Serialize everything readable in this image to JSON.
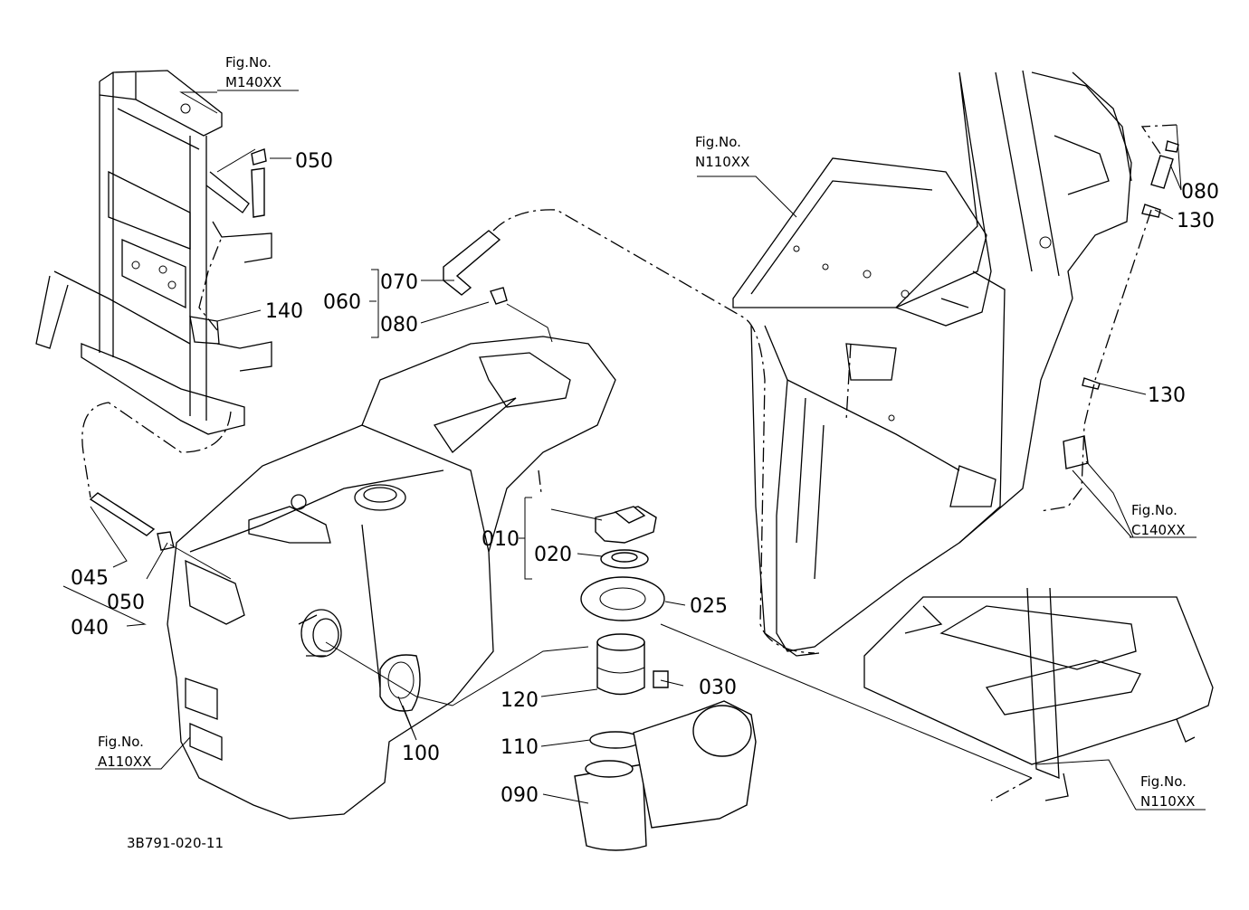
{
  "figure_code": "3B791-020-11",
  "fig_refs": [
    {
      "id": "m140",
      "prefix": "Fig.No.",
      "code": "M140XX"
    },
    {
      "id": "n110top",
      "prefix": "Fig.No.",
      "code": "N110XX"
    },
    {
      "id": "c140",
      "prefix": "Fig.No.",
      "code": "C140XX"
    },
    {
      "id": "n110bot",
      "prefix": "Fig.No.",
      "code": "N110XX"
    },
    {
      "id": "a110",
      "prefix": "Fig.No.",
      "code": "A110XX"
    }
  ],
  "part_labels": {
    "p050a": "050",
    "p140": "140",
    "p060": "060",
    "p070": "070",
    "p080a": "080",
    "p080b": "080",
    "p130a": "130",
    "p130b": "130",
    "p045": "045",
    "p050b": "050",
    "p040": "040",
    "p010": "010",
    "p020": "020",
    "p025": "025",
    "p030": "030",
    "p120": "120",
    "p110": "110",
    "p090": "090",
    "p100": "100"
  }
}
